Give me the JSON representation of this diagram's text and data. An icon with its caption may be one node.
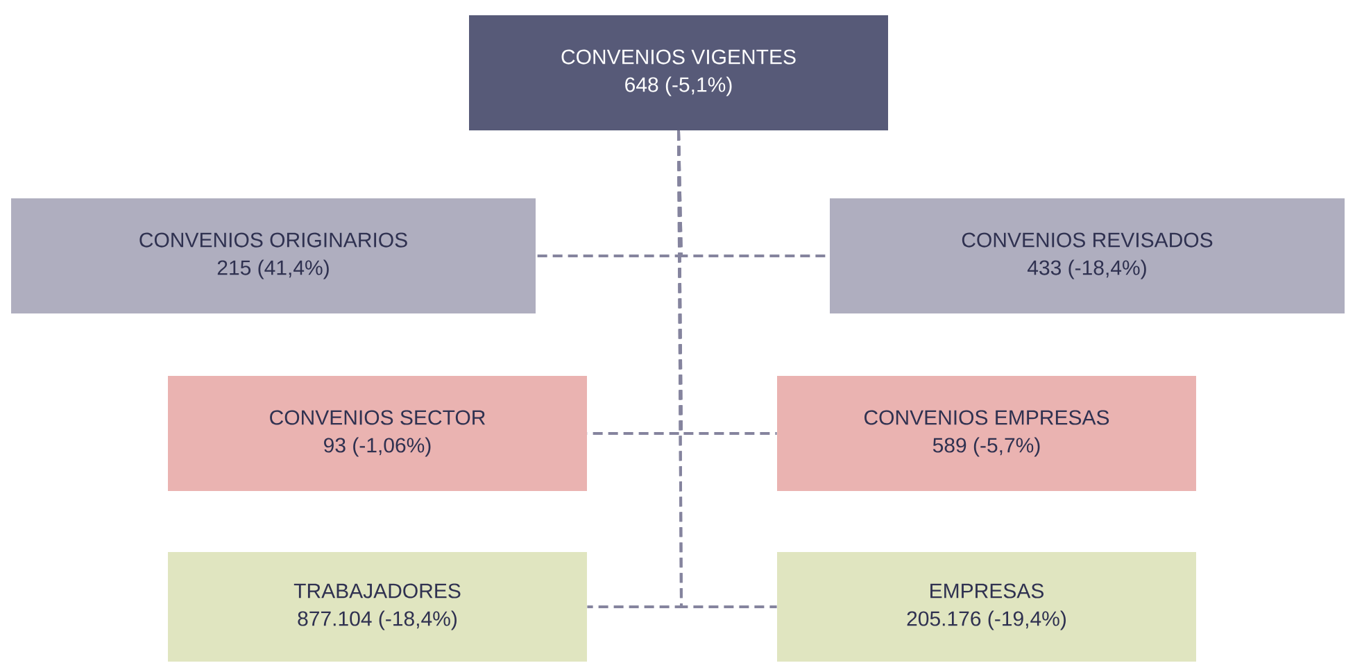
{
  "diagram": {
    "nodes": [
      {
        "text": [
          "CONVENIOS VIGENTES",
          "648 (-5,1%)"
        ]
      },
      {
        "text": [
          "CONVENIOS ORIGINARIOS",
          "215 (41,4%)"
        ]
      },
      {
        "text": [
          "CONVENIOS REVISADOS",
          "433 (-18,4%)"
        ]
      },
      {
        "text": [
          "CONVENIOS SECTOR",
          "93 (-1,06%)"
        ]
      },
      {
        "text": [
          "CONVENIOS EMPRESAS",
          "589 (-5,7%)"
        ]
      },
      {
        "text": [
          "TRABAJADORES",
          "877.104 (-18,4%)"
        ]
      },
      {
        "text": [
          "EMPRESAS",
          "205.176 (-19,4%)"
        ]
      }
    ],
    "edges": [
      {
        "from": 0,
        "to": 1,
        "arrow": "none",
        "style": "dashed"
      },
      {
        "from": 0,
        "to": 2,
        "arrow": "none",
        "style": "dashed"
      },
      {
        "from": 0,
        "to": 3,
        "arrow": "none",
        "style": "dashed"
      },
      {
        "from": 0,
        "to": 4,
        "arrow": "none",
        "style": "dashed"
      },
      {
        "from": 0,
        "to": 5,
        "arrow": "none",
        "style": "dashed"
      },
      {
        "from": 0,
        "to": 6,
        "arrow": "none",
        "style": "dashed"
      }
    ]
  }
}
